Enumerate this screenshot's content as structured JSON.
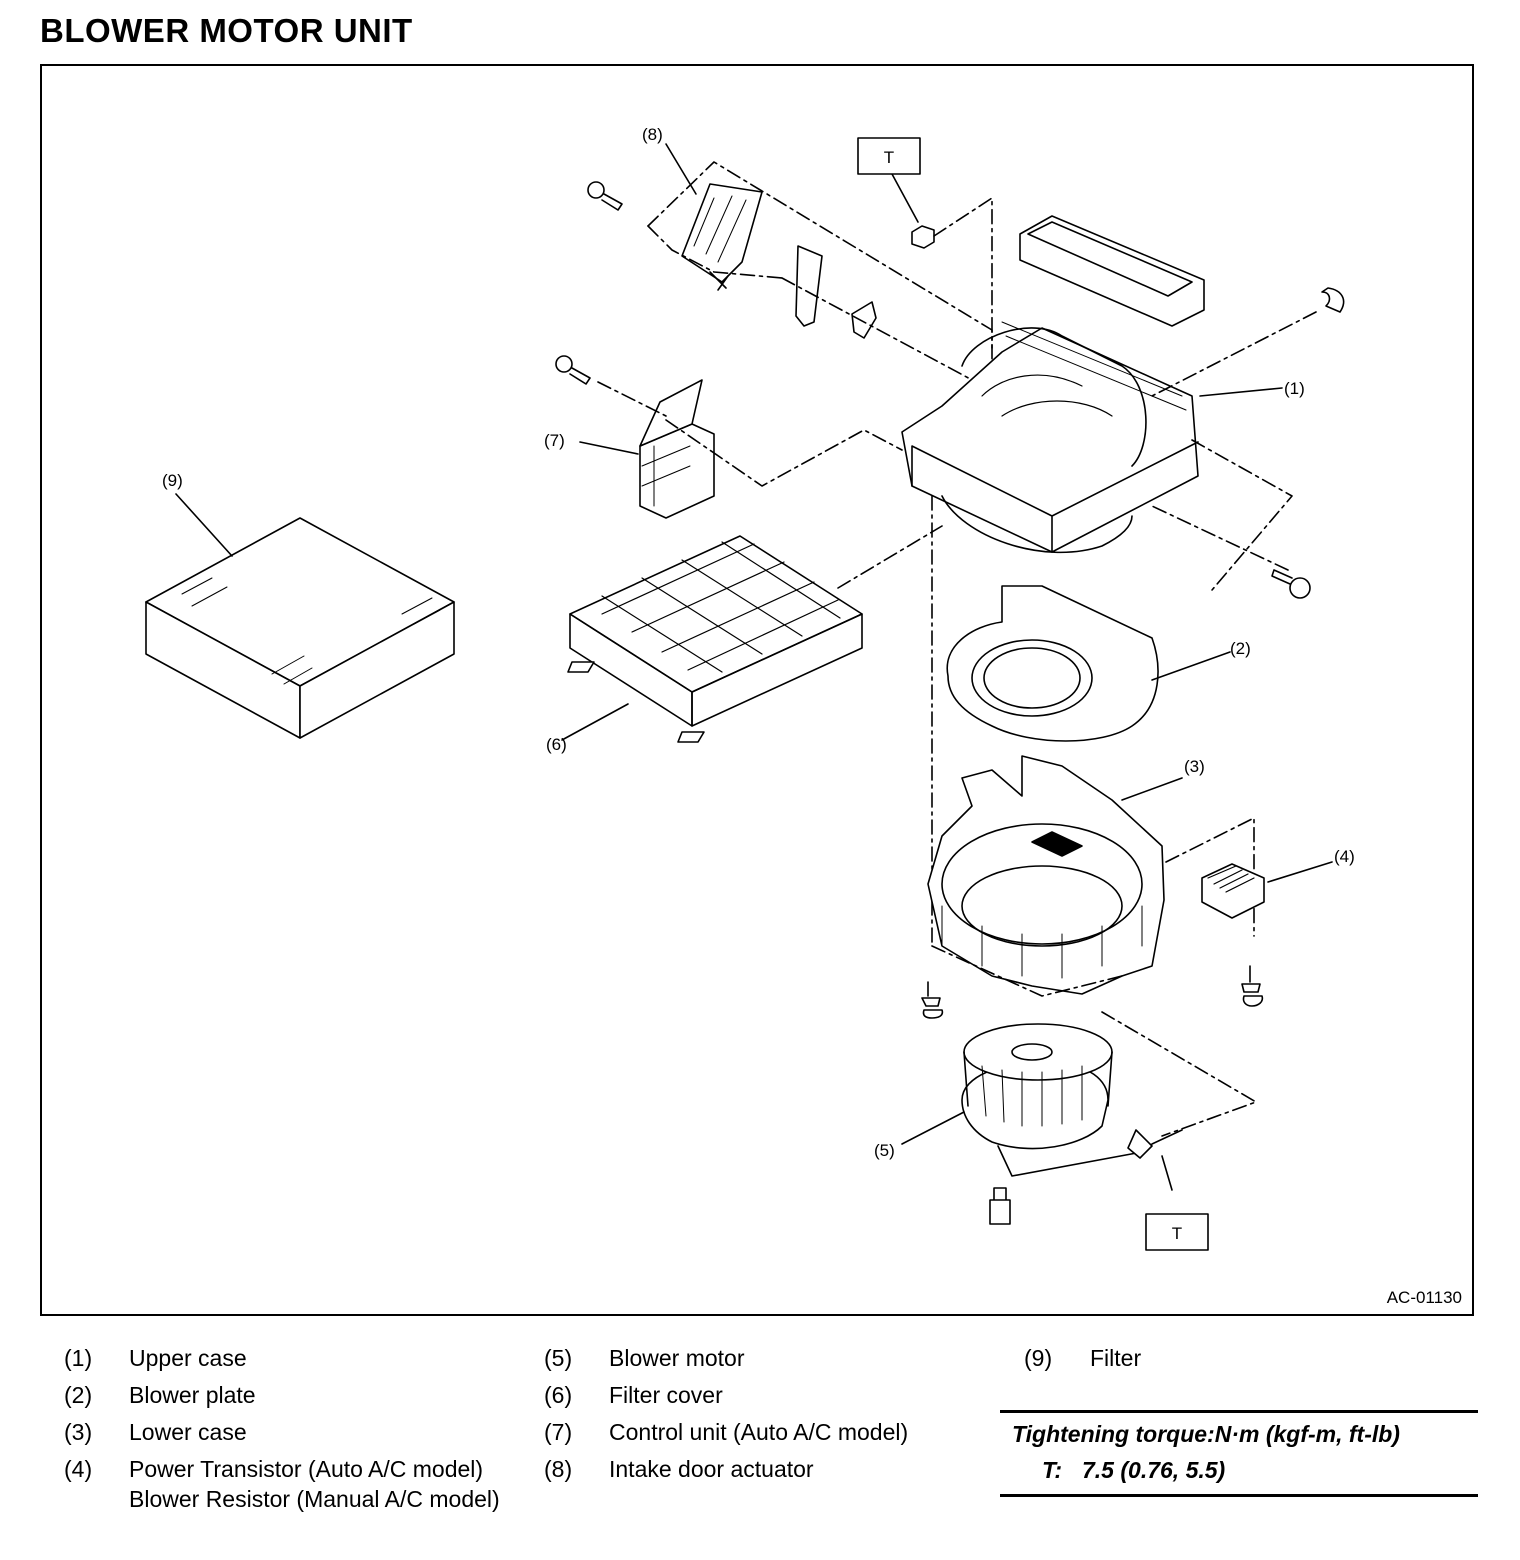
{
  "title": "BLOWER MOTOR UNIT",
  "figure_id": "AC-01130",
  "callouts": {
    "c1": "(1)",
    "c2": "(2)",
    "c3": "(3)",
    "c4": "(4)",
    "c5": "(5)",
    "c6": "(6)",
    "c7": "(7)",
    "c8": "(8)",
    "c9": "(9)",
    "t_top": "T",
    "t_bottom": "T"
  },
  "legend": {
    "col1": [
      {
        "num": "(1)",
        "text": "Upper case"
      },
      {
        "num": "(2)",
        "text": "Blower plate"
      },
      {
        "num": "(3)",
        "text": "Lower case"
      },
      {
        "num": "(4)",
        "text": "Power Transistor (Auto A/C model) Blower Resistor (Manual A/C model)"
      }
    ],
    "col2": [
      {
        "num": "(5)",
        "text": "Blower motor"
      },
      {
        "num": "(6)",
        "text": "Filter cover"
      },
      {
        "num": "(7)",
        "text": "Control unit (Auto A/C model)"
      },
      {
        "num": "(8)",
        "text": "Intake door actuator"
      }
    ],
    "col3": [
      {
        "num": "(9)",
        "text": "Filter"
      }
    ]
  },
  "torque": {
    "heading": "Tightening torque:N·m (kgf-m, ft-lb)",
    "key": "T:",
    "value": "7.5 (0.76, 5.5)"
  }
}
